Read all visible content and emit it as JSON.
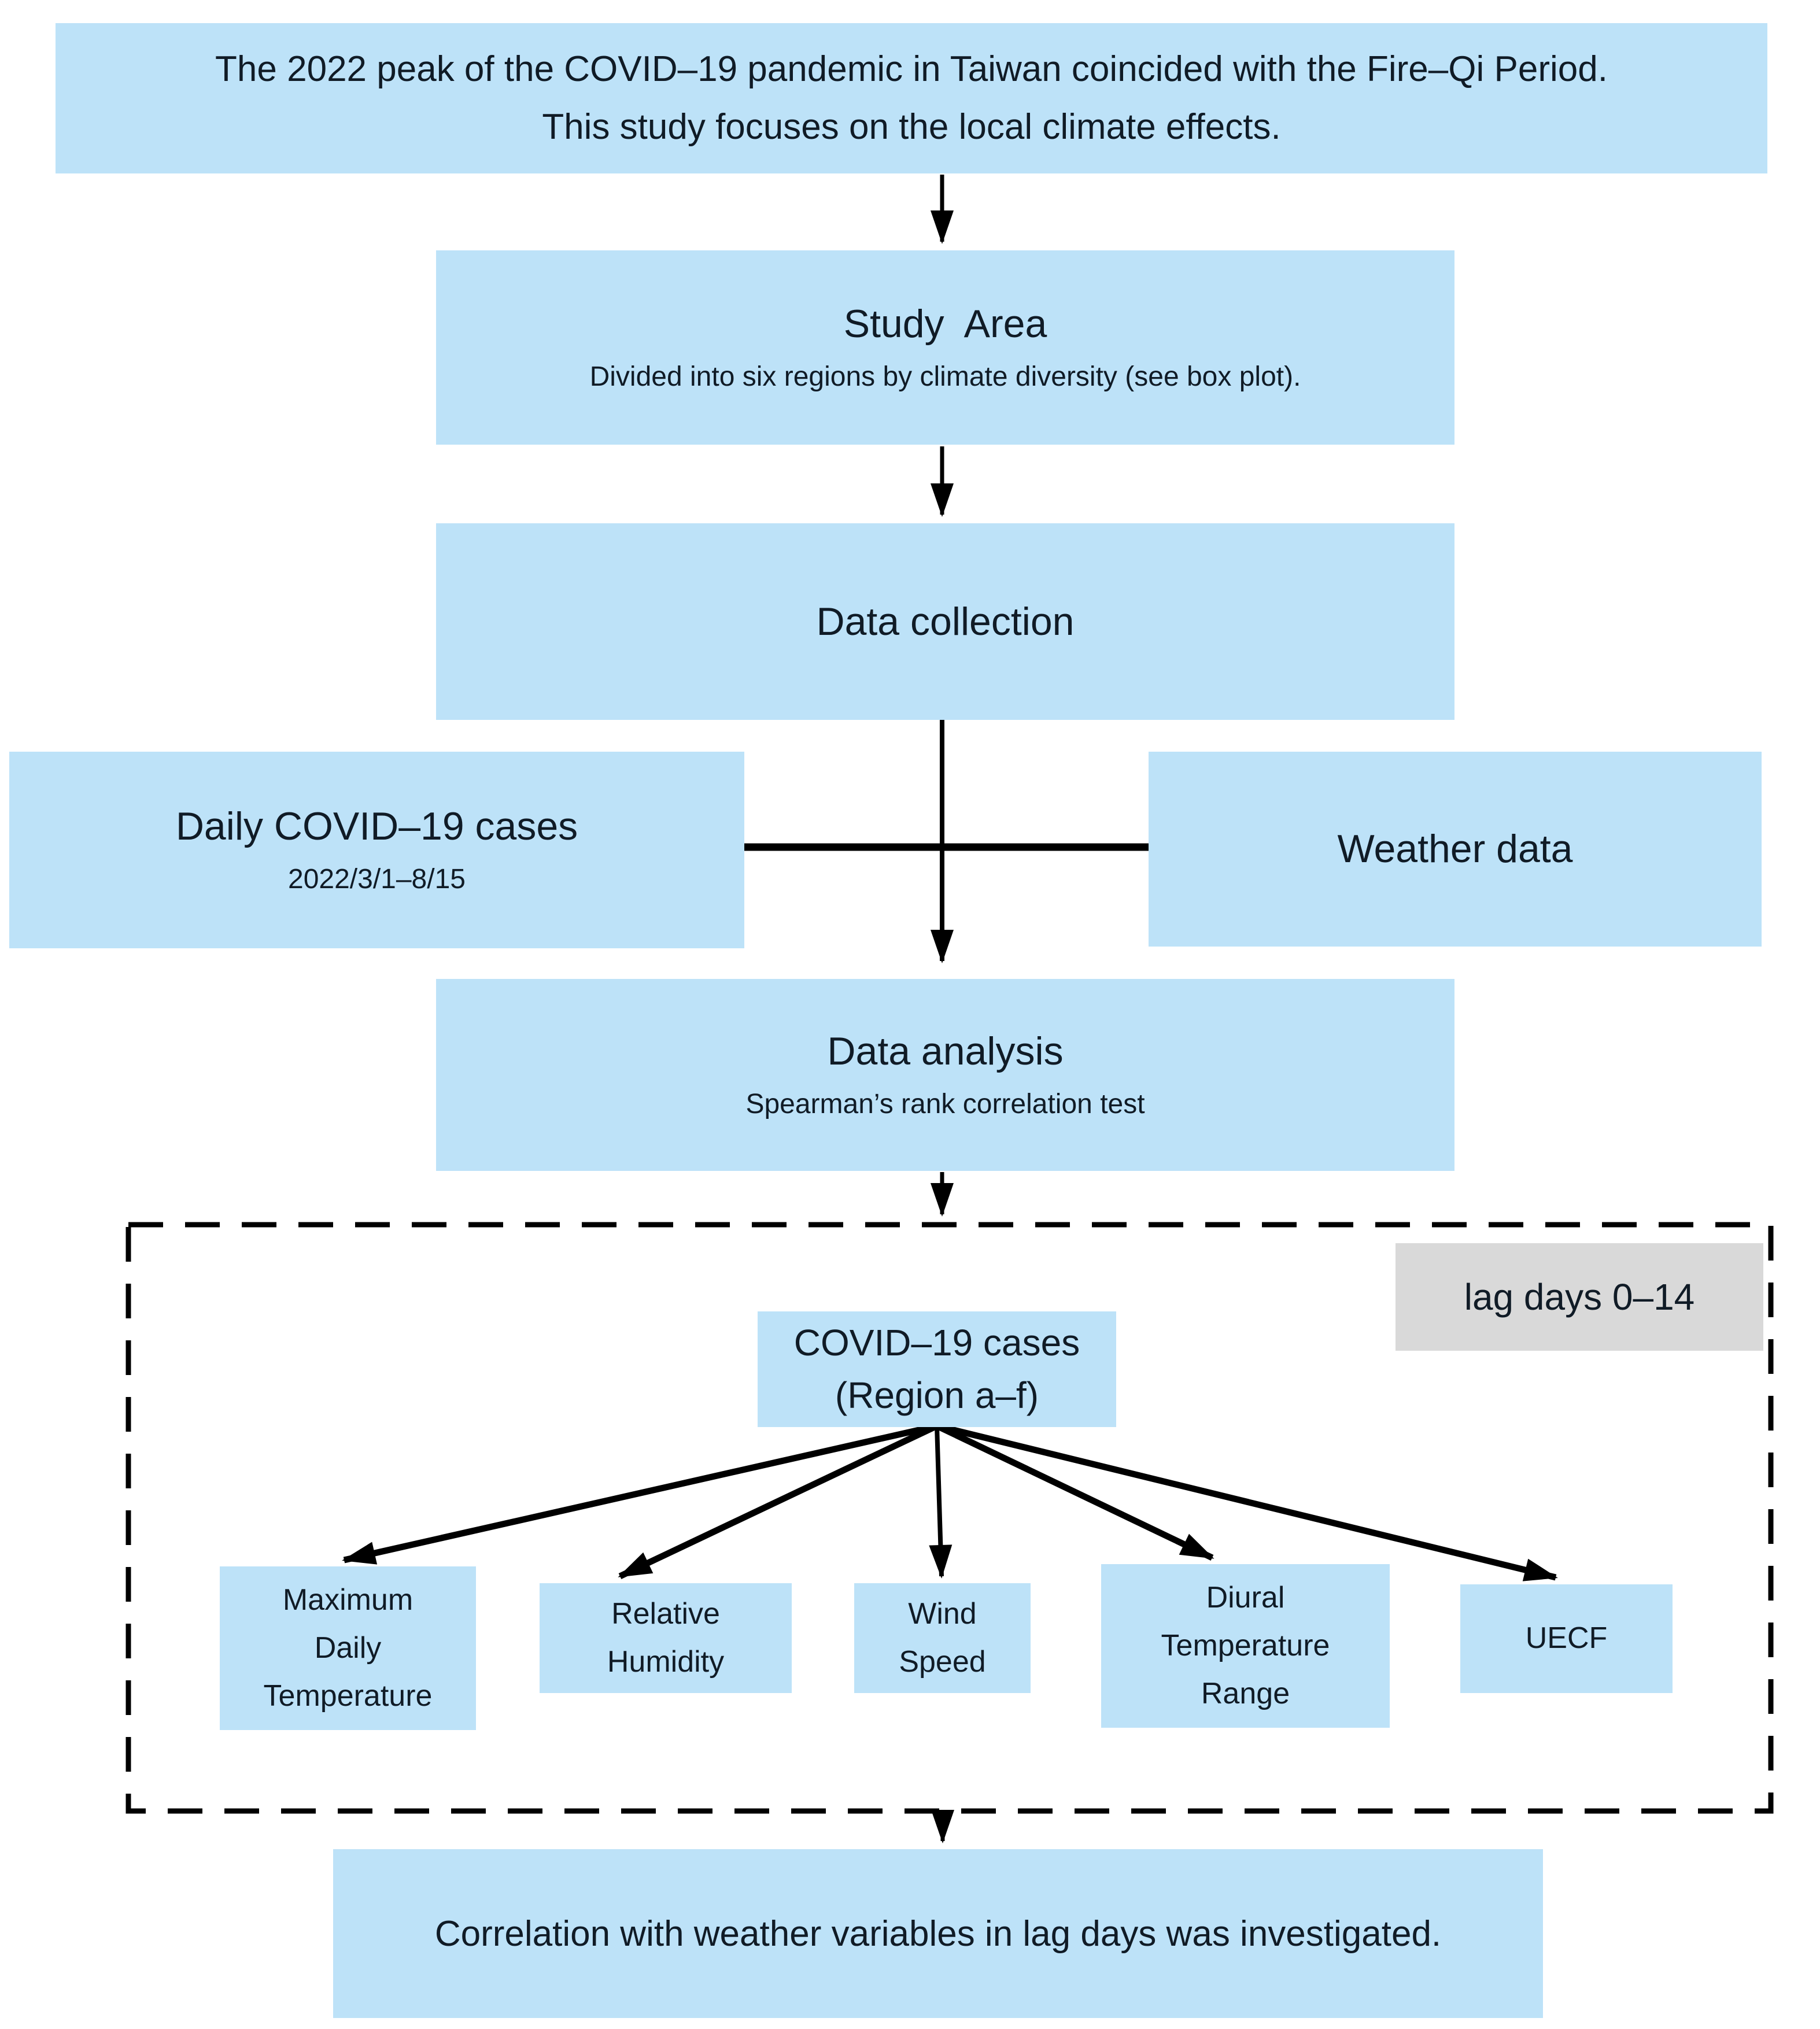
{
  "colors": {
    "box-blue": "#bde2f8",
    "box-grey": "#d9d9d9",
    "ink": "#101b26",
    "line": "#000000",
    "page-bg": "#ffffff"
  },
  "intro": {
    "line1": "The 2022 peak of the COVID–19 pandemic in Taiwan coincided with the Fire–Qi Period.",
    "line2": "This study focuses on the local climate effects."
  },
  "study_area": {
    "title": "Study  Area",
    "subtitle": "Divided into six regions by climate diversity (see box plot)."
  },
  "data_collection": {
    "title": "Data collection"
  },
  "daily_cases": {
    "title": "Daily COVID–19 cases",
    "subtitle": "2022/3/1–8/15"
  },
  "weather_data": {
    "title": "Weather data"
  },
  "data_analysis": {
    "title": "Data analysis",
    "subtitle": "Spearman’s rank correlation test"
  },
  "lag_days": {
    "label": "lag days 0–14"
  },
  "covid_cases_node": {
    "line1": "COVID–19 cases",
    "line2": "(Region a–f)"
  },
  "variables": [
    {
      "lines": [
        "Maximum",
        "Daily",
        "Temperature"
      ]
    },
    {
      "lines": [
        "Relative",
        "Humidity"
      ]
    },
    {
      "lines": [
        "Wind",
        "Speed"
      ]
    },
    {
      "lines": [
        "Diural",
        "Temperature",
        "Range"
      ]
    },
    {
      "lines": [
        "UECF"
      ]
    }
  ],
  "conclusion": {
    "text": "Correlation with weather variables in lag days was investigated."
  }
}
